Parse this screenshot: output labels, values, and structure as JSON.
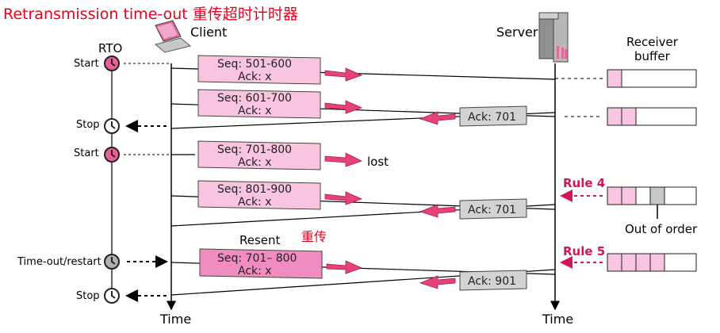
{
  "title": "Retransmission time-out 重传超时计时器",
  "colors": {
    "title": "#e8001c",
    "rule": "#d4145a",
    "arrow": "#e8407a",
    "seg_fill": "#f8c4e0",
    "seg_fill_resent": "#f08cc0",
    "ack_fill": "#d3d3d3",
    "timer_fill": "#e8609a",
    "timer_fill_restart": "#b0b0b0",
    "buf_fill": "#f8c4e0",
    "buf_gray": "#c8c8c8"
  },
  "labels": {
    "rto": "RTO",
    "client": "Client",
    "server": "Server",
    "receiver_buffer_1": "Receiver",
    "receiver_buffer_2": "buffer",
    "time_left": "Time",
    "time_right": "Time",
    "lost": "lost",
    "resent": "Resent",
    "resent_cn": "重传",
    "out_of_order": "Out of order",
    "rule4": "Rule 4",
    "rule5": "Rule 5"
  },
  "timer_events": [
    {
      "label": "Start",
      "icon": "timer-start-icon"
    },
    {
      "label": "Stop",
      "icon": "timer-stop-icon"
    },
    {
      "label": "Start",
      "icon": "timer-start-icon"
    },
    {
      "label": "Time-out/restart",
      "icon": "timer-restart-icon"
    },
    {
      "label": "Stop",
      "icon": "timer-stop-icon"
    }
  ],
  "segments": [
    {
      "seq": "Seq: 501-600",
      "ack": "Ack: x"
    },
    {
      "seq": "Seq: 601-700",
      "ack": "Ack: x"
    },
    {
      "seq": "Seq: 701-800",
      "ack": "Ack: x"
    },
    {
      "seq": "Seq: 801-900",
      "ack": "Ack: x"
    },
    {
      "seq": "Seq: 701– 800",
      "ack": "Ack: x"
    }
  ],
  "acks": [
    "Ack: 701",
    "Ack: 701",
    "Ack: 901"
  ]
}
